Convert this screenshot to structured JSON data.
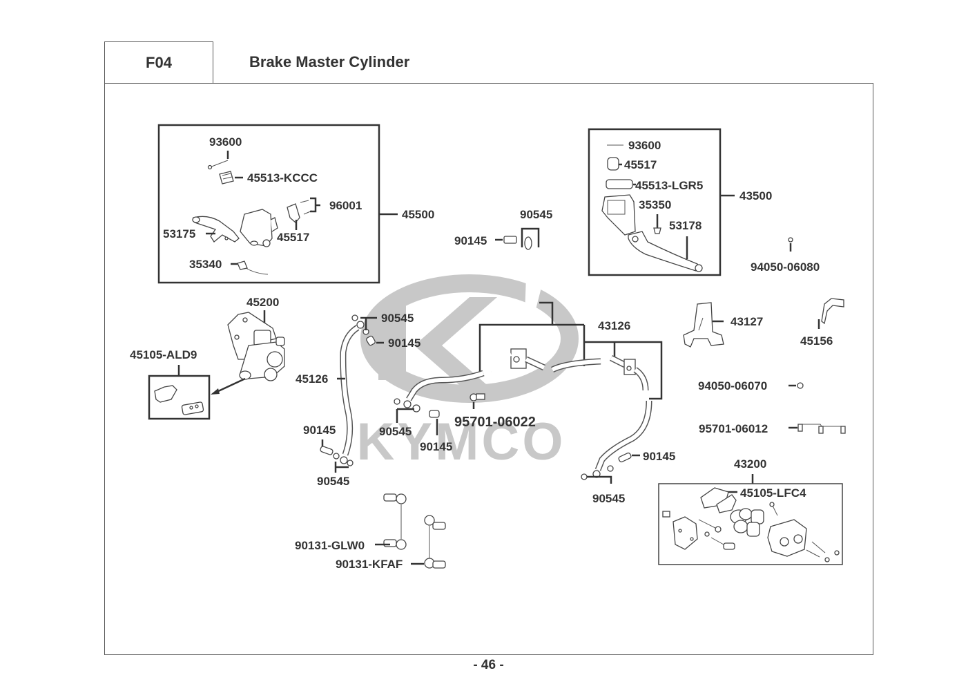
{
  "header": {
    "section_code": "F04",
    "title": "Brake Master Cylinder"
  },
  "footer": {
    "page_number": "- 46 -"
  },
  "watermark": {
    "brand": "KYMCO",
    "color": "#c8c8c8"
  },
  "assemblies": {
    "front_master_cylinder": {
      "assembly_no": "45500",
      "parts": [
        "93600",
        "45513-KCCC",
        "96001",
        "45517",
        "53175",
        "35340"
      ]
    },
    "rear_master_cylinder": {
      "assembly_no": "43500",
      "parts": [
        "93600",
        "45517",
        "45513-LGR5",
        "35350",
        "53178"
      ]
    },
    "front_caliper": {
      "assembly_no": "45200",
      "pad_set": "45105-ALD9"
    },
    "rear_caliper": {
      "assembly_no": "43200",
      "pad_set": "45105-LFC4"
    }
  },
  "labels": {
    "l_93600_a": "93600",
    "l_45513_kccc": "45513-KCCC",
    "l_96001": "96001",
    "l_45500": "45500",
    "l_53175": "53175",
    "l_45517_a": "45517",
    "l_35340": "35340",
    "l_93600_b": "93600",
    "l_45517_b": "45517",
    "l_45513_lgr5": "45513-LGR5",
    "l_35350": "35350",
    "l_53178": "53178",
    "l_43500": "43500",
    "l_94050_06080": "94050-06080",
    "l_90545_top": "90545",
    "l_90145_top": "90145",
    "l_45200": "45200",
    "l_45105_ald9": "45105-ALD9",
    "l_90545_mid": "90545",
    "l_90145_mid": "90145",
    "l_45126": "45126",
    "l_43126": "43126",
    "l_43127": "43127",
    "l_45156": "45156",
    "l_94050_06070": "94050-06070",
    "l_95701_06012": "95701-06012",
    "l_90545_c": "90545",
    "l_95701_06022": "95701-06022",
    "l_90145_c": "90145",
    "l_90145_left": "90145",
    "l_90545_left": "90545",
    "l_90145_right": "90145",
    "l_90545_right": "90545",
    "l_43200": "43200",
    "l_45105_lfc4": "45105-LFC4",
    "l_90131_glw0": "90131-GLW0",
    "l_90131_kfaf": "90131-KFAF"
  }
}
